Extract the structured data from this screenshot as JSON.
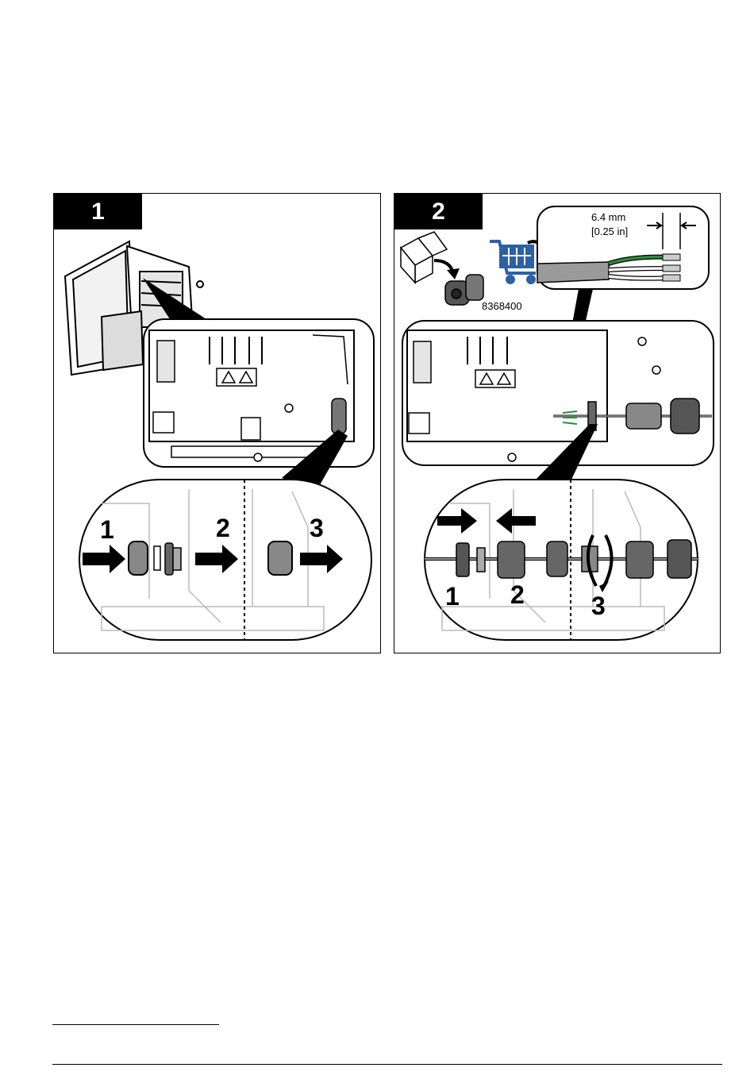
{
  "panels": [
    {
      "step": "1",
      "callouts": [
        "1",
        "2",
        "3"
      ]
    },
    {
      "step": "2",
      "strip_length": "6.4 mm",
      "strip_length_in": "[0.25 in]",
      "part_number": "8368400",
      "callouts": [
        "1",
        "2",
        "3"
      ]
    }
  ],
  "colors": {
    "ink": "#000000",
    "cable_gray": "#9a9a9a",
    "wire_green": "#2e8b3e",
    "cart_blue": "#2c62a4"
  },
  "icons": [
    "box-icon",
    "cable-gland-icon",
    "shopping-cart-icon",
    "warning-icon",
    "shock-warning-icon"
  ]
}
